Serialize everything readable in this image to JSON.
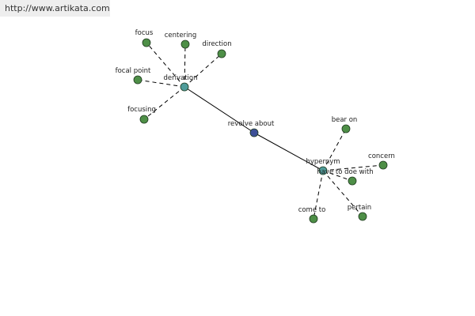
{
  "source_url": "http://www.artikata.com",
  "colors": {
    "leaf": "#4e8f47",
    "hub": "#4f9c9a",
    "center": "#3d4f97"
  },
  "graph": {
    "center": {
      "id": "revolve-about",
      "label": "revolve about",
      "kind": "center"
    },
    "hubs": [
      {
        "id": "derivation",
        "label": "derivation",
        "kind": "hub",
        "children": [
          {
            "id": "focus",
            "label": "focus"
          },
          {
            "id": "centering",
            "label": "centering"
          },
          {
            "id": "direction",
            "label": "direction"
          },
          {
            "id": "focal-point",
            "label": "focal point"
          },
          {
            "id": "focusing",
            "label": "focusing"
          }
        ]
      },
      {
        "id": "hypernym",
        "label": "hypernym",
        "kind": "hub",
        "children": [
          {
            "id": "bear-on",
            "label": "bear on"
          },
          {
            "id": "concern",
            "label": "concern"
          },
          {
            "id": "have-to-doe-with",
            "label": "have to doe with"
          },
          {
            "id": "pertain",
            "label": "pertain"
          },
          {
            "id": "come-to",
            "label": "come to"
          }
        ]
      }
    ]
  }
}
